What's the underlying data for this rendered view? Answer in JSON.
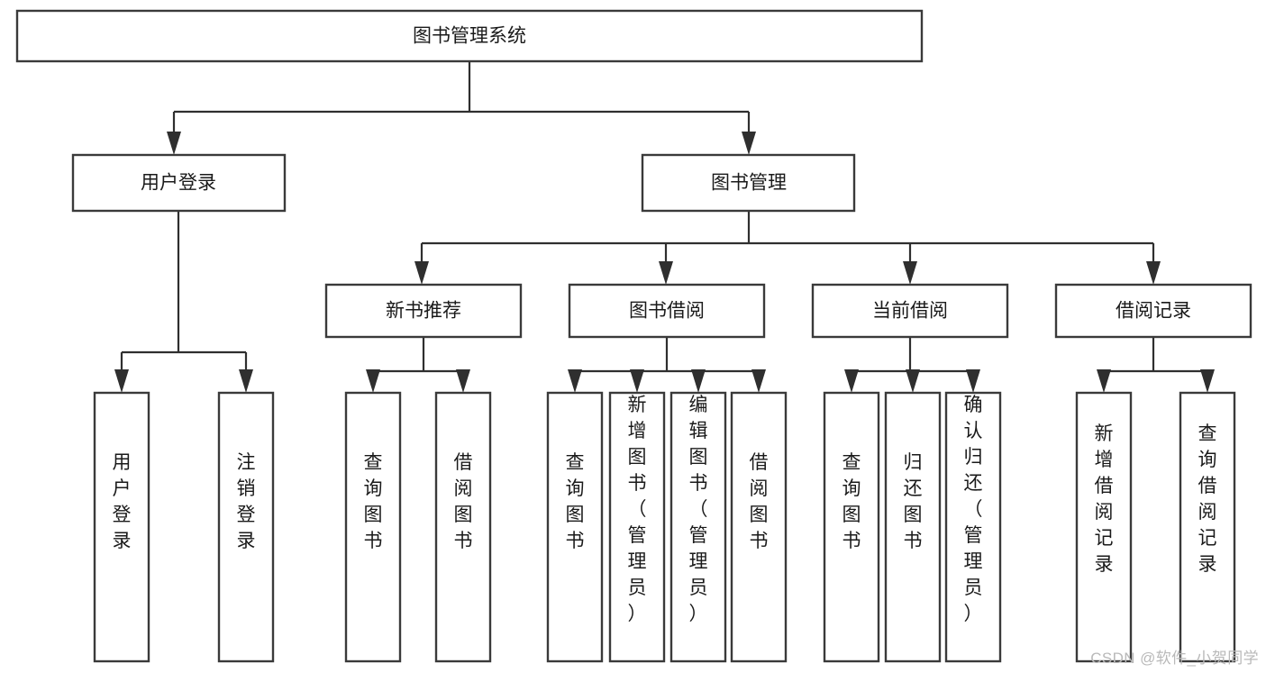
{
  "diagram": {
    "type": "tree-hierarchy",
    "orientation": "top-down",
    "title": "图书管理系统",
    "watermark": "CSDN @软件_小贺同学",
    "colors": {
      "box_fill": "#ffffff",
      "box_stroke": "#3a3a3a",
      "connector": "#2f2f2f",
      "text": "#1a1a1a",
      "watermark": "#b9b9b9",
      "background": "#ffffff"
    },
    "levels": {
      "root": {
        "label": "图书管理系统"
      },
      "level2": [
        {
          "label": "用户登录"
        },
        {
          "label": "图书管理"
        }
      ],
      "level3": [
        {
          "label": "新书推荐"
        },
        {
          "label": "图书借阅"
        },
        {
          "label": "当前借阅"
        },
        {
          "label": "借阅记录"
        }
      ],
      "leaves": {
        "user_login": [
          {
            "label": "用户登录"
          },
          {
            "label": "注销登录"
          }
        ],
        "new_book_recommend": [
          {
            "label": "查询图书"
          },
          {
            "label": "借阅图书"
          }
        ],
        "book_borrow": [
          {
            "label": "查询图书"
          },
          {
            "label": "新增图书（管理员）"
          },
          {
            "label": "编辑图书（管理员）"
          },
          {
            "label": "借阅图书"
          }
        ],
        "current_borrow": [
          {
            "label": "查询图书"
          },
          {
            "label": "归还图书"
          },
          {
            "label": "确认归还（管理员）"
          }
        ],
        "borrow_record": [
          {
            "label": "新增借阅记录"
          },
          {
            "label": "查询借阅记录"
          }
        ]
      }
    }
  }
}
